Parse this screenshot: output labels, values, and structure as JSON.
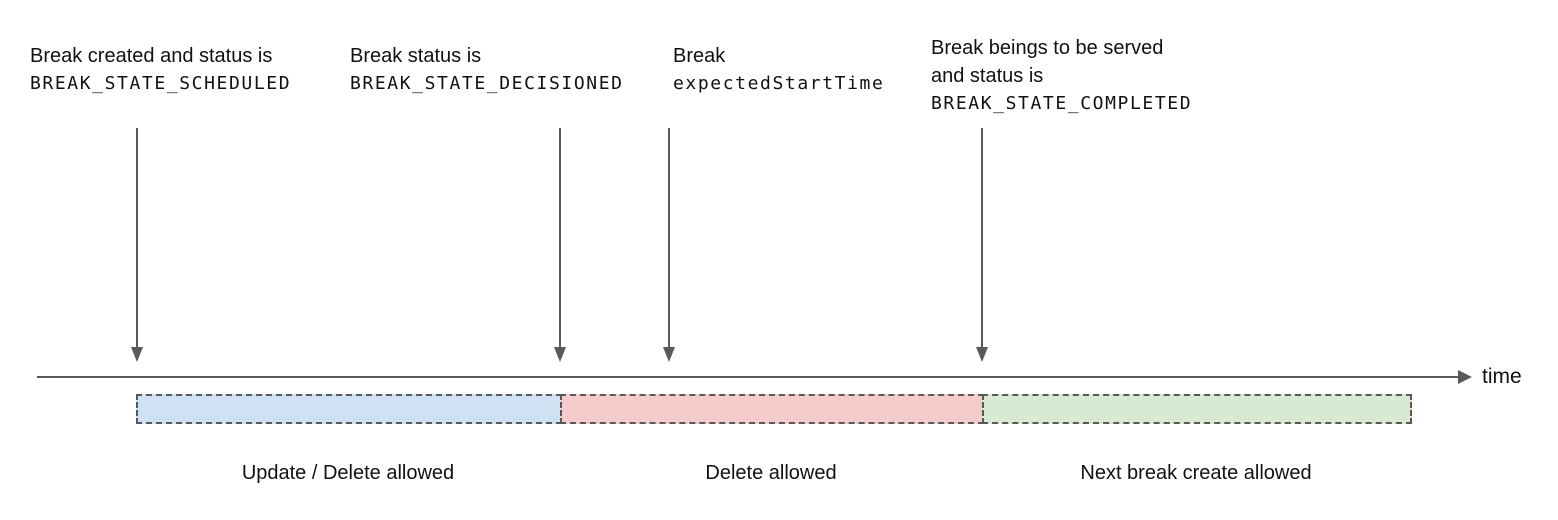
{
  "annotations": [
    {
      "line1": "Break created and status is",
      "code": "BREAK_STATE_SCHEDULED"
    },
    {
      "line1": "Break status is",
      "code": "BREAK_STATE_DECISIONED"
    },
    {
      "line1": "Break",
      "code": "expectedStartTime"
    },
    {
      "line1": "Break beings to be served",
      "line2": "and status is",
      "code": "BREAK_STATE_COMPLETED"
    }
  ],
  "timeline": {
    "axis_label": "time"
  },
  "segments": [
    {
      "label": "Update / Delete allowed",
      "color": "#cfe2f3"
    },
    {
      "label": "Delete allowed",
      "color": "#f4cccc"
    },
    {
      "label": "Next break create allowed",
      "color": "#d9ead3"
    }
  ],
  "colors": {
    "connector": "#5a5a5c",
    "segment_border": "#595959",
    "text": "#111111"
  }
}
